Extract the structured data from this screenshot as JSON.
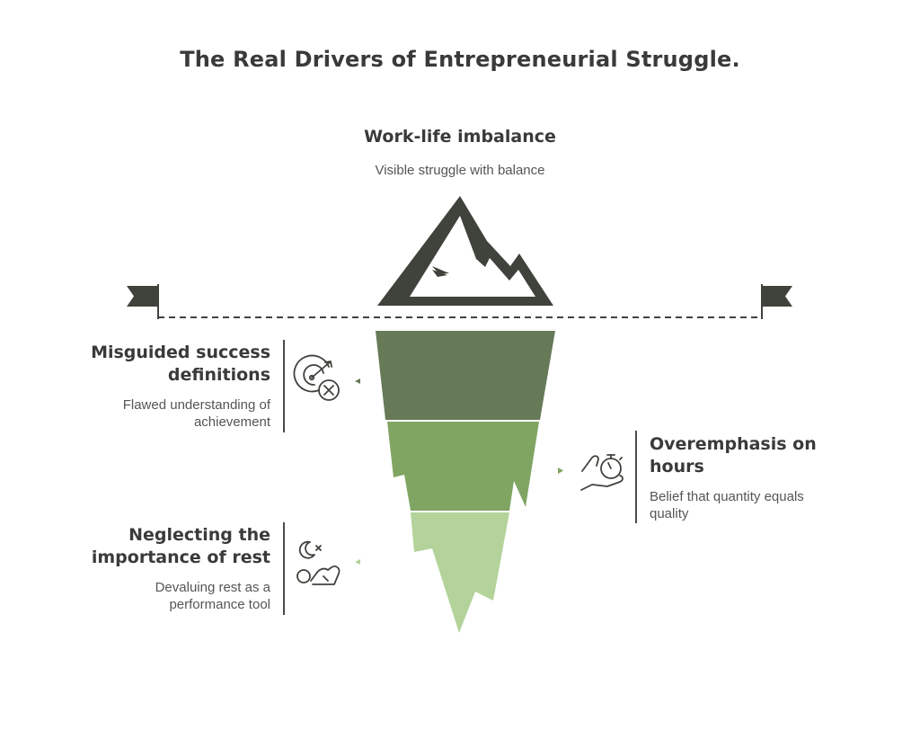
{
  "title": "The Real Drivers of Entrepreneurial Struggle.",
  "tip": {
    "heading": "Work-life imbalance",
    "description": "Visible struggle with balance"
  },
  "layers": [
    {
      "heading_line1": "Misguided success",
      "heading_line2": "definitions",
      "description_line1": "Flawed understanding of",
      "description_line2": "achievement",
      "side": "left",
      "icon": "target-miss-icon",
      "color": "#677a58"
    },
    {
      "heading_line1": "Overemphasis on",
      "heading_line2": "hours",
      "description_line1": "Belief that quantity equals",
      "description_line2": "quality",
      "side": "right",
      "icon": "hand-stopwatch-icon",
      "color": "#80a563"
    },
    {
      "heading_line1": "Neglecting the",
      "heading_line2": "importance of rest",
      "description_line1": "Devaluing rest as a",
      "description_line2": "performance tool",
      "side": "left",
      "icon": "sleep-rest-icon",
      "color": "#b3d39a"
    }
  ],
  "colors": {
    "mountain": "#40433c",
    "flag": "#40433c",
    "text_dark": "#3a3a3a",
    "text_light": "#555555"
  }
}
